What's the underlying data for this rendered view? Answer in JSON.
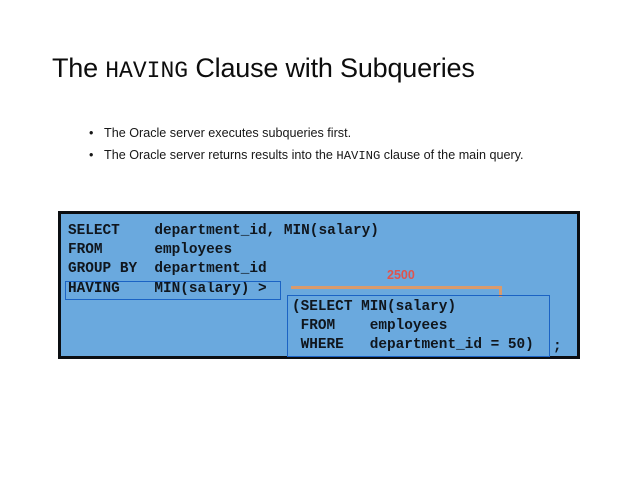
{
  "slide": {
    "title": {
      "prefix": "The ",
      "mono": "HAVING",
      "suffix": " Clause with Subqueries"
    },
    "bullets": [
      {
        "marker": "•",
        "prefix": "The Oracle server executes subqueries first.",
        "mono": "",
        "suffix": ""
      },
      {
        "marker": "•",
        "prefix": "The Oracle server returns results into the ",
        "mono": "HAVING",
        "suffix": " clause of the main query."
      }
    ],
    "code": {
      "main_query": "SELECT    department_id, MIN(salary)\nFROM      employees\nGROUP BY  department_id\nHAVING    MIN(salary) >",
      "subquery": "(SELECT MIN(salary)\n FROM    employees\n WHERE   department_id = 50)",
      "terminator": ";",
      "annotation_value": "2500",
      "highlight_label": "HAVING    MIN(salary)"
    },
    "colors": {
      "code_background": "#6aa9de",
      "code_border": "#0b0e12",
      "highlight_border": "#1b63c4",
      "annotation_text": "#e0544e",
      "bracket": "#d99a6c",
      "page_background": "#ffffff",
      "text": "#171717"
    }
  }
}
